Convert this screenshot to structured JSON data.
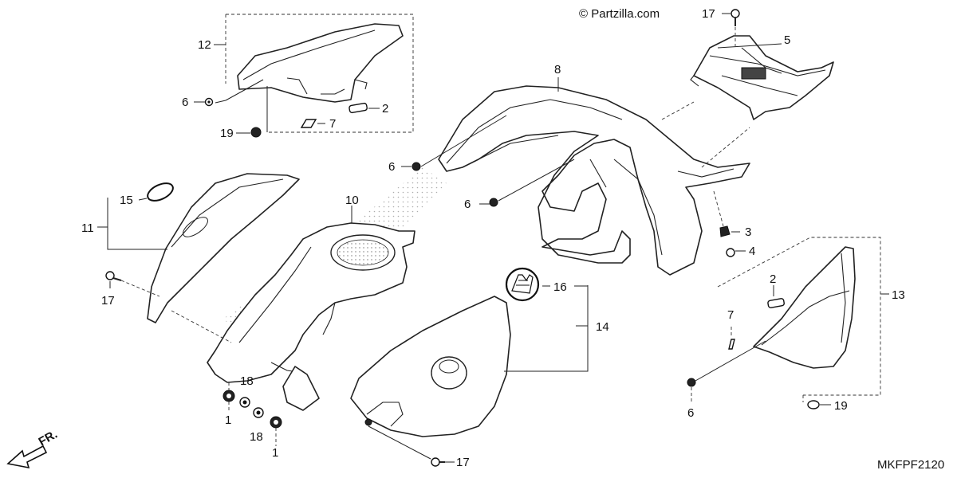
{
  "watermark": "© Partzilla.com",
  "figure_code": "MKFPF2120",
  "direction_label": "FR.",
  "callouts": {
    "c1a": "1",
    "c1b": "1",
    "c2a": "2",
    "c2b": "2",
    "c3": "3",
    "c4": "4",
    "c5": "5",
    "c6a": "6",
    "c6b": "6",
    "c6c": "6",
    "c6d": "6",
    "c7a": "7",
    "c7b": "7",
    "c8": "8",
    "c10": "10",
    "c11": "11",
    "c12": "12",
    "c13": "13",
    "c14": "14",
    "c15": "15",
    "c16": "16",
    "c17a": "17",
    "c17b": "17",
    "c17c": "17",
    "c18a": "18",
    "c18b": "18",
    "c19a": "19",
    "c19b": "19"
  }
}
